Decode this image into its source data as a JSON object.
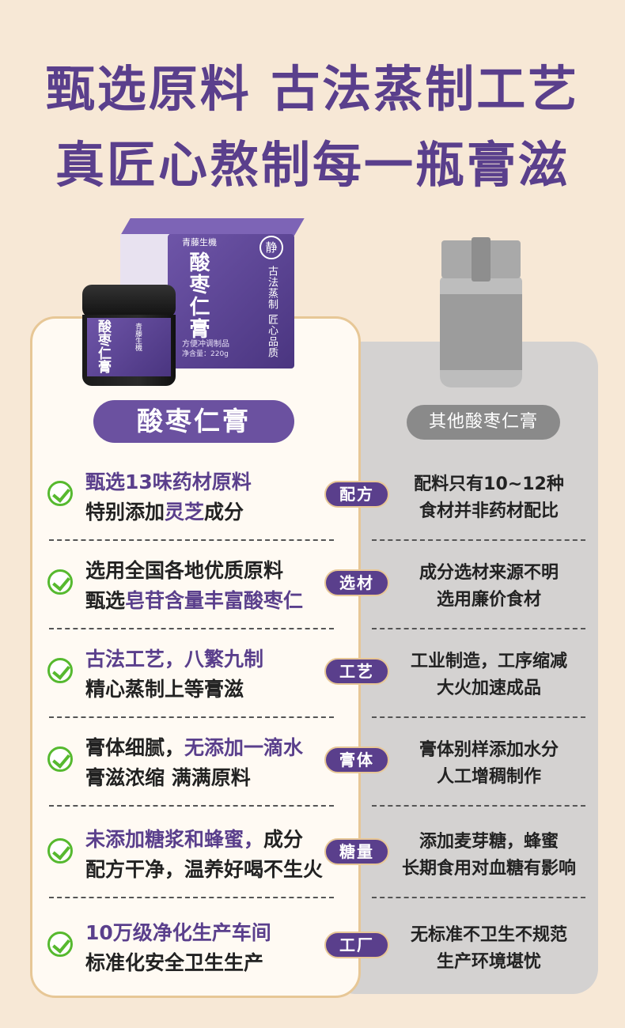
{
  "headline": {
    "line1": "甄选原料 古法蒸制工艺",
    "line2": "真匠心熬制每一瓶膏滋"
  },
  "product": {
    "brand": "青藤生機",
    "name": "酸枣仁膏",
    "seal": "静",
    "box_side_text": "古法蒸制 匠心品质",
    "box_sub": "方便冲调制品",
    "net_content": "净含量：220g"
  },
  "labels": {
    "ours": "酸枣仁膏",
    "others": "其他酸枣仁膏"
  },
  "rows": [
    {
      "tag": "配方",
      "left": [
        [
          "甄选13味药材原料",
          true
        ]
      ],
      "left2": [
        [
          "特别添加",
          false
        ],
        [
          "灵芝",
          true
        ],
        [
          "成分",
          false
        ]
      ],
      "right": [
        "配料只有10~12种",
        "食材并非药材配比"
      ]
    },
    {
      "tag": "选材",
      "left": [
        [
          "选用全国各地优质原料",
          false
        ]
      ],
      "left2": [
        [
          "甄选",
          false
        ],
        [
          "皂苷含量丰富酸枣仁",
          true
        ]
      ],
      "right": [
        "成分选材来源不明",
        "选用廉价食材"
      ]
    },
    {
      "tag": "工艺",
      "left": [
        [
          "古法工艺，八繁九制",
          true
        ]
      ],
      "left2": [
        [
          "精心蒸制上等膏滋",
          false
        ]
      ],
      "right": [
        "工业制造，工序缩减",
        "大火加速成品"
      ]
    },
    {
      "tag": "膏体",
      "left": [
        [
          "膏体细腻，",
          false
        ],
        [
          "无添加一滴水",
          true
        ]
      ],
      "left2": [
        [
          "膏滋浓缩 满满原料",
          false
        ]
      ],
      "right": [
        "膏体别样添加水分",
        "人工增稠制作"
      ]
    },
    {
      "tag": "糖量",
      "left": [
        [
          "未添加糖浆和蜂蜜，",
          true
        ],
        [
          "成分",
          false
        ]
      ],
      "left2": [
        [
          "配方干净，温养好喝不生火",
          false
        ]
      ],
      "right": [
        "添加麦芽糖，蜂蜜",
        "长期食用对血糖有影响"
      ]
    },
    {
      "tag": "工厂",
      "left": [
        [
          "10万级净化生产车间",
          true
        ]
      ],
      "left2": [
        [
          "标准化安全卫生生产",
          false
        ]
      ],
      "right": [
        "无标准不卫生不规范",
        "生产环境堪忧"
      ]
    }
  ]
}
